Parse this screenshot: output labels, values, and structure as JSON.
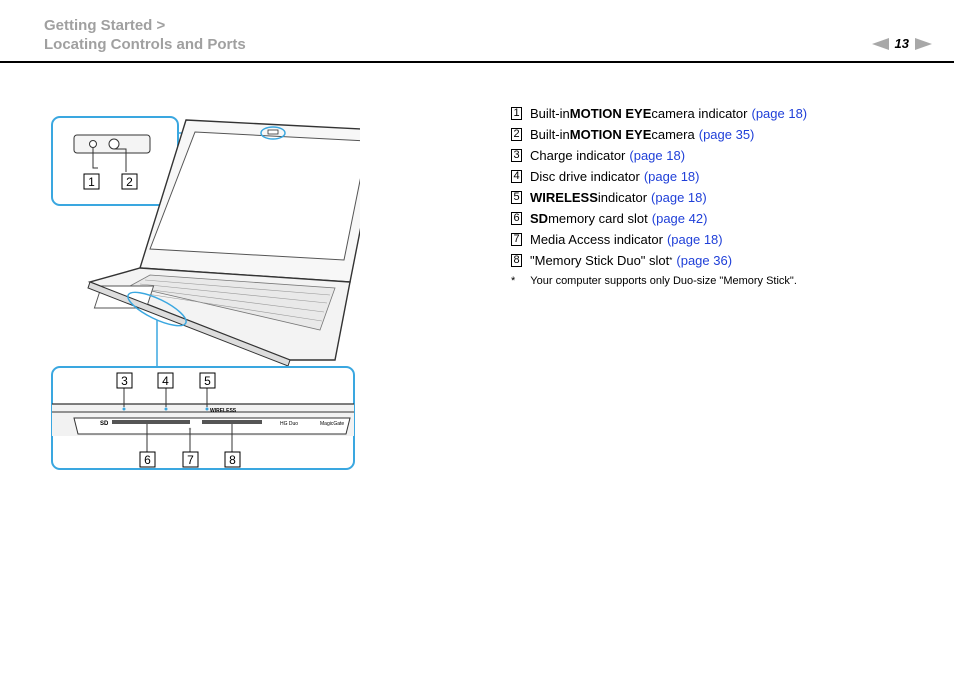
{
  "header": {
    "section": "Getting Started >",
    "title": "Locating Controls and Ports",
    "page_number": "13"
  },
  "callouts": [
    "1",
    "2",
    "3",
    "4",
    "5",
    "6",
    "7",
    "8"
  ],
  "panel_labels": {
    "sd": "SD",
    "wireless": "WIRELESS",
    "magicgate": "MagicGate",
    "hg_duo": "HG Duo"
  },
  "items": [
    {
      "num": "1",
      "pre": "Built-in ",
      "bold": "MOTION EYE",
      "post": " camera indicator",
      "link": "(page 18)"
    },
    {
      "num": "2",
      "pre": "Built-in ",
      "bold": "MOTION EYE",
      "post": " camera",
      "link": "(page 35)"
    },
    {
      "num": "3",
      "pre": "Charge indicator",
      "bold": "",
      "post": "",
      "link": "(page 18)"
    },
    {
      "num": "4",
      "pre": "Disc drive indicator",
      "bold": "",
      "post": "",
      "link": "(page 18)"
    },
    {
      "num": "5",
      "pre": "",
      "bold": "WIRELESS",
      "post": " indicator",
      "link": "(page 18)"
    },
    {
      "num": "6",
      "pre": "",
      "bold": "SD",
      "post": " memory card slot",
      "link": "(page 42)"
    },
    {
      "num": "7",
      "pre": "Media Access indicator",
      "bold": "",
      "post": "",
      "link": "(page 18)"
    },
    {
      "num": "8",
      "pre": "\"Memory Stick Duo\" slot",
      "bold": "",
      "post": "",
      "sup": "*",
      "link": "(page 36)"
    }
  ],
  "footnote": {
    "mark": "*",
    "text": "Your computer supports only Duo-size \"Memory Stick\"."
  }
}
